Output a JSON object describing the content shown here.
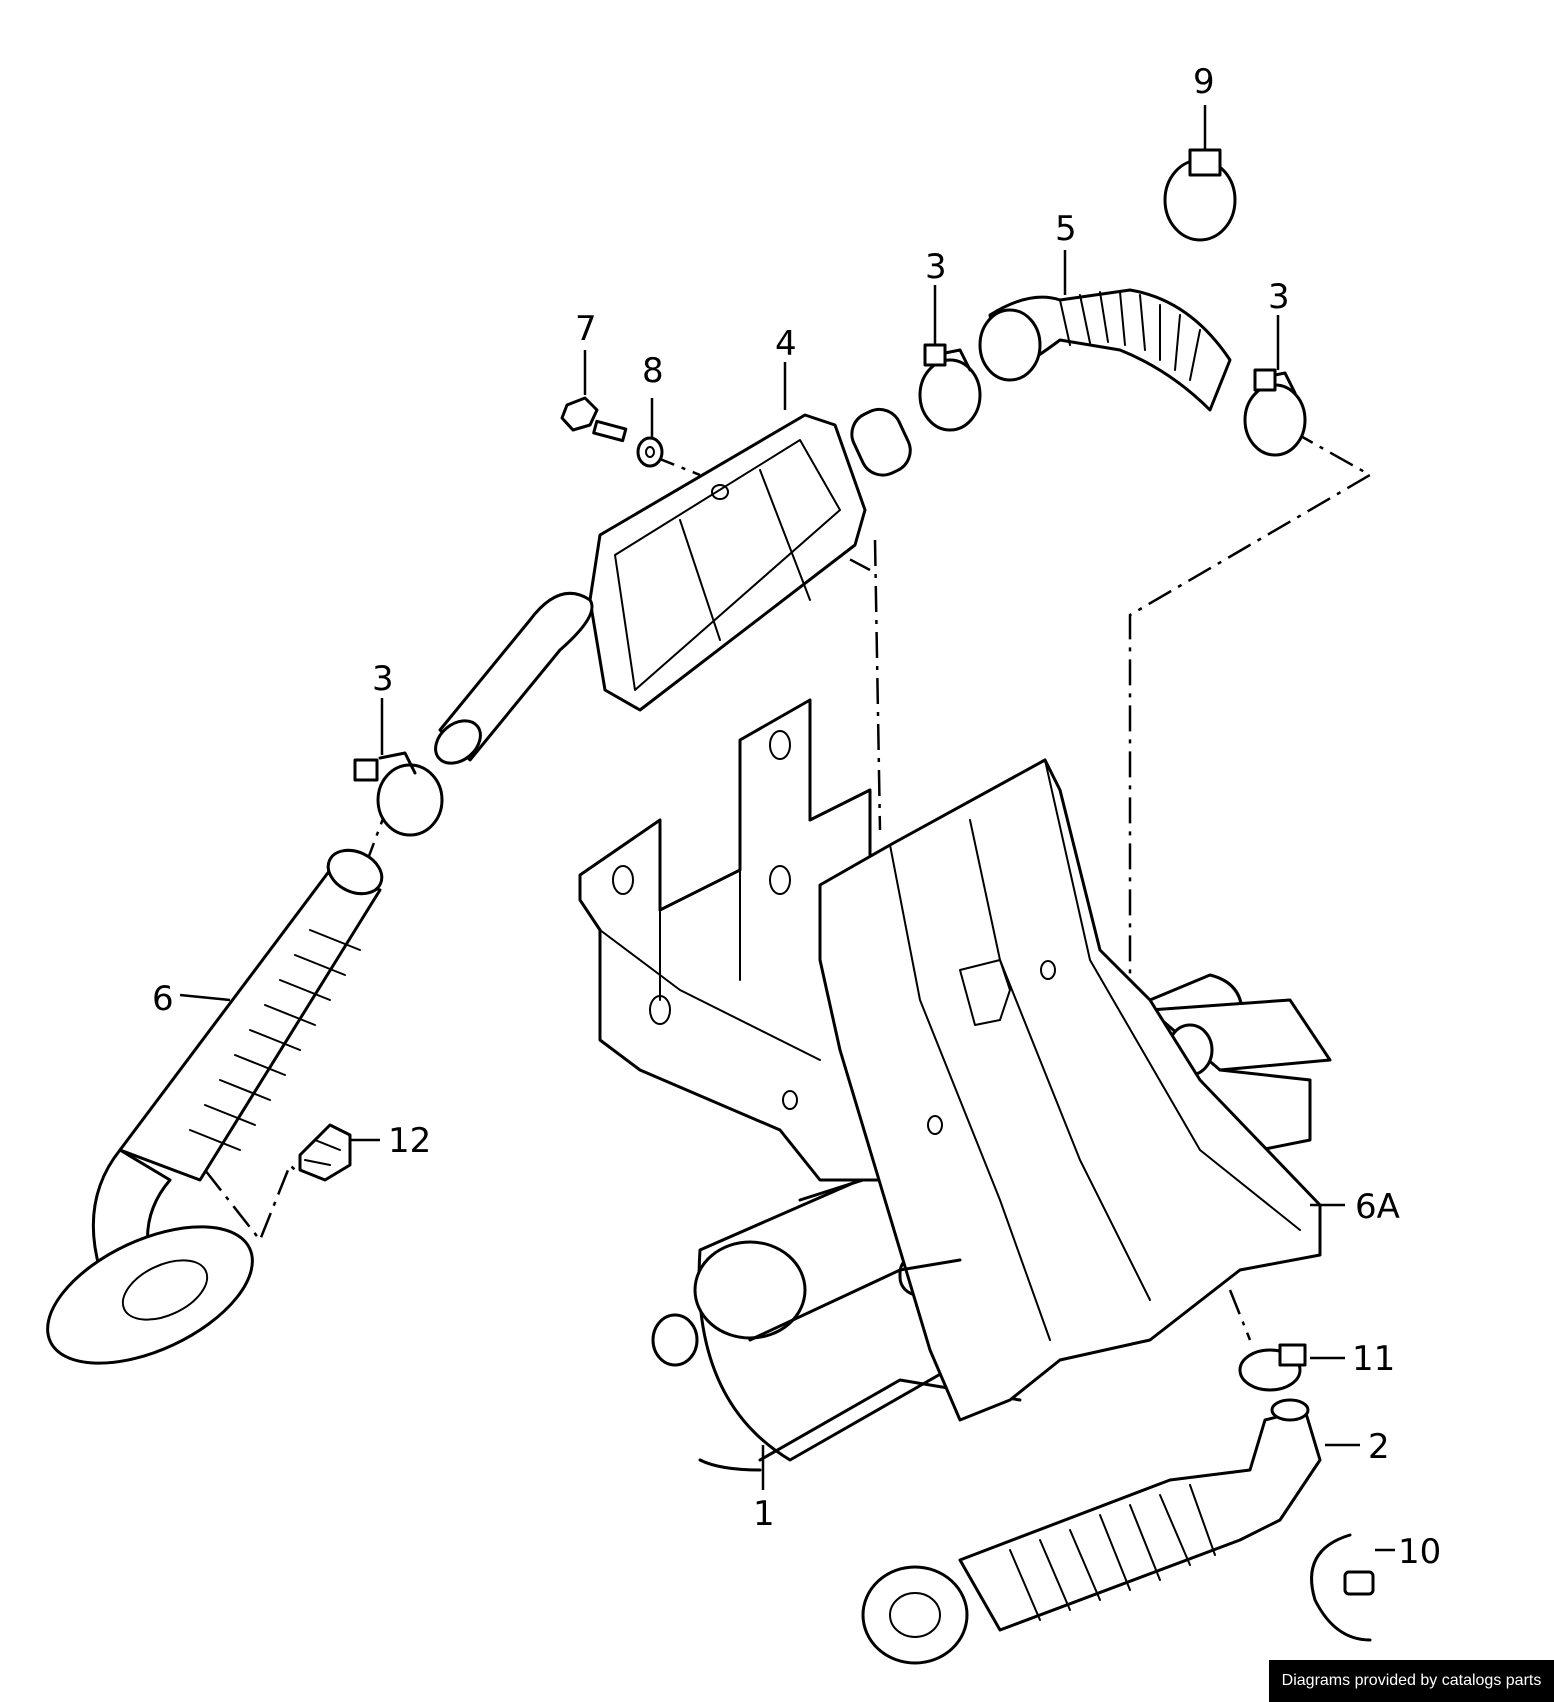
{
  "callouts": {
    "c1": "1",
    "c2": "2",
    "c3a": "3",
    "c3b": "3",
    "c3c": "3",
    "c4": "4",
    "c5": "5",
    "c6": "6",
    "c6a": "6A",
    "c7": "7",
    "c8": "8",
    "c9": "9",
    "c10": "10",
    "c11": "11",
    "c12": "12"
  },
  "footer": {
    "credit": "Diagrams provided by catalogs parts"
  }
}
